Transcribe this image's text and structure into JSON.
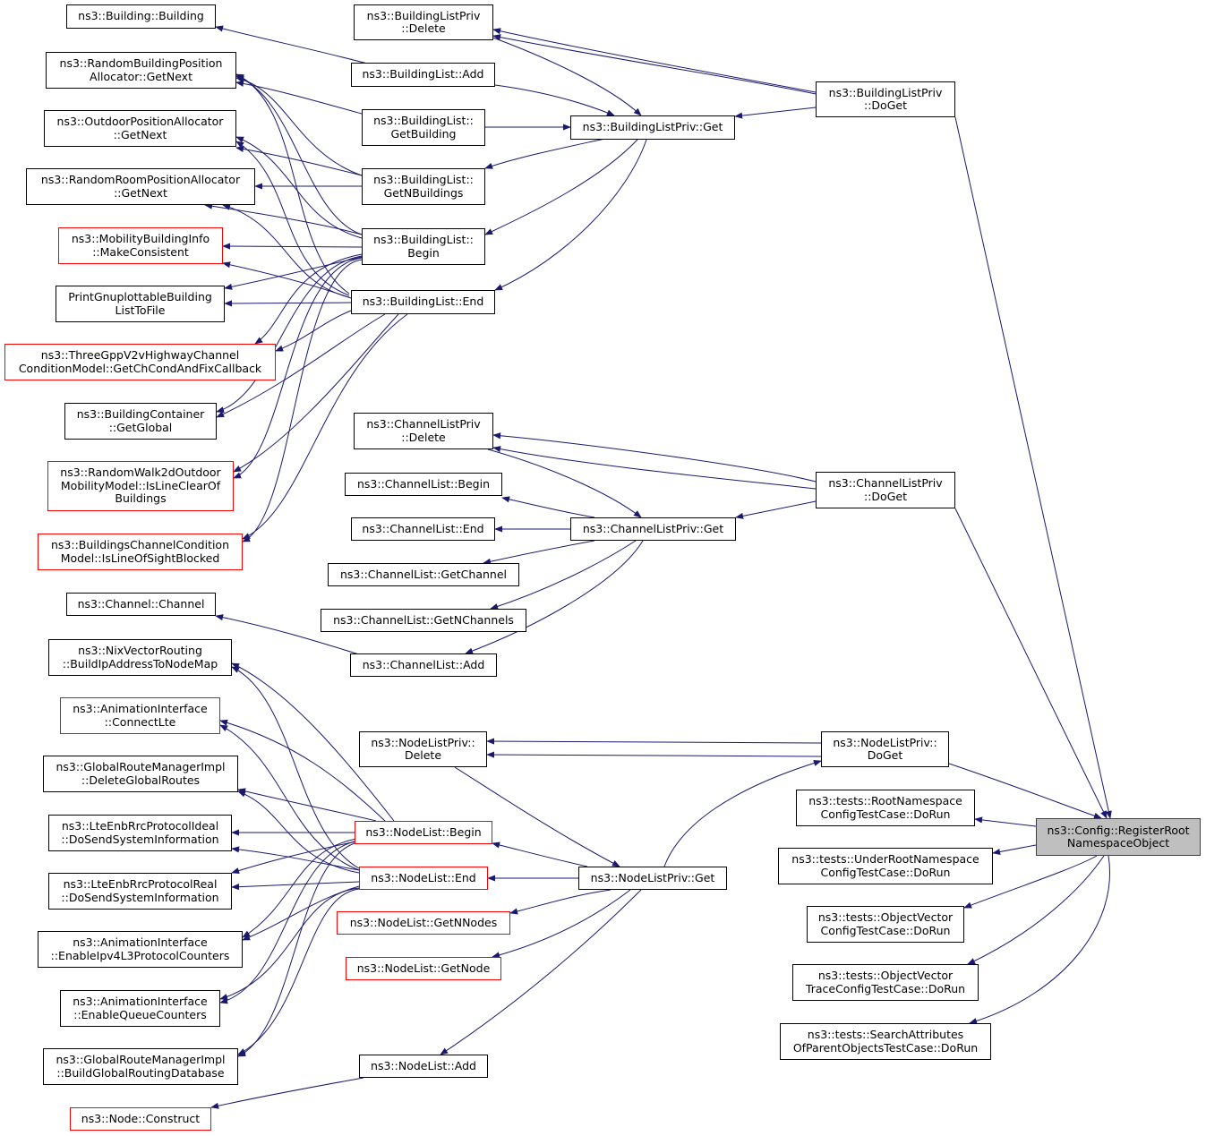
{
  "root": {
    "lines": [
      "ns3::Config::RegisterRoot",
      "NamespaceObject"
    ]
  },
  "nodes": {
    "building_building": {
      "lines": [
        "ns3::Building::Building"
      ]
    },
    "random_building_pos": {
      "lines": [
        "ns3::RandomBuildingPosition",
        "Allocator::GetNext"
      ]
    },
    "outdoor_pos": {
      "lines": [
        "ns3::OutdoorPositionAllocator",
        "::GetNext"
      ]
    },
    "random_room_pos": {
      "lines": [
        "ns3::RandomRoomPositionAllocator",
        "::GetNext"
      ]
    },
    "mobility_building_info": {
      "lines": [
        "ns3::MobilityBuildingInfo",
        "::MakeConsistent"
      ]
    },
    "print_gnuplottable": {
      "lines": [
        "PrintGnuplottableBuilding",
        "ListToFile"
      ]
    },
    "threegpp_v2v": {
      "lines": [
        "ns3::ThreeGppV2vHighwayChannel",
        "ConditionModel::GetChCondAndFixCallback"
      ]
    },
    "building_container": {
      "lines": [
        "ns3::BuildingContainer",
        "::GetGlobal"
      ]
    },
    "random_walk_2d": {
      "lines": [
        "ns3::RandomWalk2dOutdoor",
        "MobilityModel::IsLineClearOf",
        "Buildings"
      ]
    },
    "buildings_channel_condition": {
      "lines": [
        "ns3::BuildingsChannelCondition",
        "Model::IsLineOfSightBlocked"
      ]
    },
    "buildinglistpriv_delete": {
      "lines": [
        "ns3::BuildingListPriv",
        "::Delete"
      ]
    },
    "buildinglist_add": {
      "lines": [
        "ns3::BuildingList::Add"
      ]
    },
    "buildinglist_getbuilding": {
      "lines": [
        "ns3::BuildingList::",
        "GetBuilding"
      ]
    },
    "buildinglist_getnbuildings": {
      "lines": [
        "ns3::BuildingList::",
        "GetNBuildings"
      ]
    },
    "buildinglist_begin": {
      "lines": [
        "ns3::BuildingList::",
        "Begin"
      ]
    },
    "buildinglist_end": {
      "lines": [
        "ns3::BuildingList::End"
      ]
    },
    "buildinglistpriv_get": {
      "lines": [
        "ns3::BuildingListPriv::Get"
      ]
    },
    "buildinglistpriv_doget": {
      "lines": [
        "ns3::BuildingListPriv",
        "::DoGet"
      ]
    },
    "channellistpriv_delete": {
      "lines": [
        "ns3::ChannelListPriv",
        "::Delete"
      ]
    },
    "channellist_begin": {
      "lines": [
        "ns3::ChannelList::Begin"
      ]
    },
    "channellist_end": {
      "lines": [
        "ns3::ChannelList::End"
      ]
    },
    "channellist_getchannel": {
      "lines": [
        "ns3::ChannelList::GetChannel"
      ]
    },
    "channellist_getnchannels": {
      "lines": [
        "ns3::ChannelList::GetNChannels"
      ]
    },
    "channel_channel": {
      "lines": [
        "ns3::Channel::Channel"
      ]
    },
    "channellist_add": {
      "lines": [
        "ns3::ChannelList::Add"
      ]
    },
    "channellistpriv_get": {
      "lines": [
        "ns3::ChannelListPriv::Get"
      ]
    },
    "channellistpriv_doget": {
      "lines": [
        "ns3::ChannelListPriv",
        "::DoGet"
      ]
    },
    "nixvector_routing": {
      "lines": [
        "ns3::NixVectorRouting",
        "::BuildIpAddressToNodeMap"
      ]
    },
    "animation_connectlte": {
      "lines": [
        "ns3::AnimationInterface",
        "::ConnectLte"
      ]
    },
    "globalroute_delete": {
      "lines": [
        "ns3::GlobalRouteManagerImpl",
        "::DeleteGlobalRoutes"
      ]
    },
    "lteenb_ideal": {
      "lines": [
        "ns3::LteEnbRrcProtocolIdeal",
        "::DoSendSystemInformation"
      ]
    },
    "lteenb_real": {
      "lines": [
        "ns3::LteEnbRrcProtocolReal",
        "::DoSendSystemInformation"
      ]
    },
    "animation_ipv4l3": {
      "lines": [
        "ns3::AnimationInterface",
        "::EnableIpv4L3ProtocolCounters"
      ]
    },
    "animation_queue": {
      "lines": [
        "ns3::AnimationInterface",
        "::EnableQueueCounters"
      ]
    },
    "globalroute_build": {
      "lines": [
        "ns3::GlobalRouteManagerImpl",
        "::BuildGlobalRoutingDatabase"
      ]
    },
    "node_construct": {
      "lines": [
        "ns3::Node::Construct"
      ]
    },
    "nodelistpriv_delete": {
      "lines": [
        "ns3::NodeListPriv::",
        "Delete"
      ]
    },
    "nodelist_begin": {
      "lines": [
        "ns3::NodeList::Begin"
      ]
    },
    "nodelist_end": {
      "lines": [
        "ns3::NodeList::End"
      ]
    },
    "nodelist_getnnodes": {
      "lines": [
        "ns3::NodeList::GetNNodes"
      ]
    },
    "nodelist_getnode": {
      "lines": [
        "ns3::NodeList::GetNode"
      ]
    },
    "nodelist_add": {
      "lines": [
        "ns3::NodeList::Add"
      ]
    },
    "nodelistpriv_get": {
      "lines": [
        "ns3::NodeListPriv::Get"
      ]
    },
    "nodelistpriv_doget": {
      "lines": [
        "ns3::NodeListPriv::",
        "DoGet"
      ]
    },
    "tests_rootnamespace": {
      "lines": [
        "ns3::tests::RootNamespace",
        "ConfigTestCase::DoRun"
      ]
    },
    "tests_underroot": {
      "lines": [
        "ns3::tests::UnderRootNamespace",
        "ConfigTestCase::DoRun"
      ]
    },
    "tests_objectvector_config": {
      "lines": [
        "ns3::tests::ObjectVector",
        "ConfigTestCase::DoRun"
      ]
    },
    "tests_objectvector_trace": {
      "lines": [
        "ns3::tests::ObjectVector",
        "TraceConfigTestCase::DoRun"
      ]
    },
    "tests_searchattributes": {
      "lines": [
        "ns3::tests::SearchAttributes",
        "OfParentObjectsTestCase::DoRun"
      ]
    }
  },
  "colors": {
    "edge": "#191970",
    "node_border": "#000000",
    "red_border": "#ff0000",
    "root_fill": "#bfbfbf"
  }
}
